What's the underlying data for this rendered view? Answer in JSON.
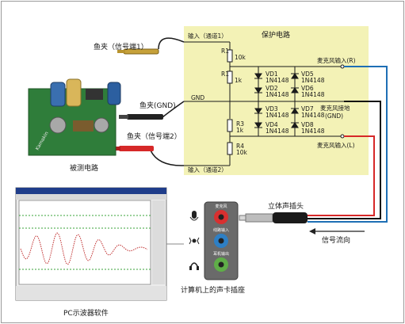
{
  "protection_circuit": {
    "title": "保护电路",
    "input_ch1": "输入（通道1）",
    "input_ch2": "输入（通道2）",
    "gnd": "GND",
    "resistors": [
      {
        "name": "R1",
        "value": "10k"
      },
      {
        "name": "R1",
        "value": "1k"
      },
      {
        "name": "R3",
        "value": "1k"
      },
      {
        "name": "R4",
        "value": "10k"
      }
    ],
    "diodes": [
      {
        "name": "VD1",
        "type": "1N4148"
      },
      {
        "name": "VD2",
        "type": "1N4148"
      },
      {
        "name": "VD3",
        "type": "1N4148"
      },
      {
        "name": "VD4",
        "type": "1N4148"
      },
      {
        "name": "VD5",
        "type": "1N4148"
      },
      {
        "name": "VD6",
        "type": "1N4148"
      },
      {
        "name": "VD7",
        "type": "1N4148"
      },
      {
        "name": "VD8",
        "type": "1N4148"
      }
    ],
    "mic_in_r": "麦克风输入(R)",
    "mic_gnd_1": "麦克风接地",
    "mic_gnd_2": "(GND)",
    "mic_in_l": "麦克风输入(L)"
  },
  "labels": {
    "clip_sig1": "鱼夹（信号端1）",
    "clip_gnd": "鱼夹(GND)",
    "clip_sig2": "鱼夹（信号端2）",
    "dut": "被测电路",
    "stereo_plug": "立体声插头",
    "signal_flow": "信号流向",
    "soundcard": "计算机上的声卡插座",
    "pc_scope": "PC示波器软件",
    "board_text": "Kamakin"
  },
  "jacks": [
    {
      "label": "麦克风",
      "color": "#d83030"
    },
    {
      "label": "线路输入",
      "color": "#2e7fc4"
    },
    {
      "label": "耳机输出",
      "color": "#5fae48"
    }
  ],
  "colors": {
    "panel": "#f3f2b6",
    "wire_red": "#d62828",
    "wire_blue": "#1e6fb5",
    "wire_black": "#111111",
    "board": "#2f7d3a"
  }
}
